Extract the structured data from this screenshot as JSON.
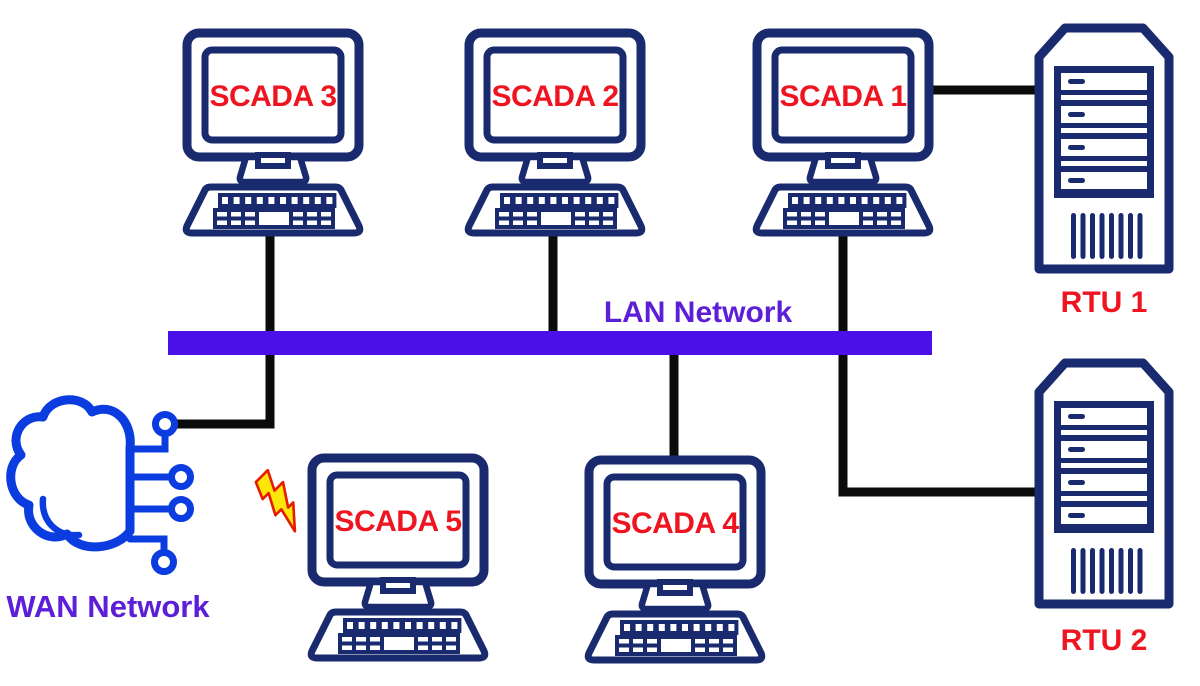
{
  "colors": {
    "device_outline_navy": "#1a2a6e",
    "device_label_red": "#ee1520",
    "lan_bus_purple": "#4b10e8",
    "network_label_purple": "#5c1ed6",
    "wan_cloud_blue": "#0a3ce0",
    "cable_black": "#0b0b0b",
    "lightning_yellow": "#ffe60a",
    "lightning_outline_red": "#e51c00"
  },
  "lan": {
    "label": "LAN Network"
  },
  "wan": {
    "label": "WAN Network",
    "icon": "cloud-network-icon"
  },
  "workstations": [
    {
      "id": "scada-3",
      "label": "SCADA 3",
      "icon": "desktop-computer-icon"
    },
    {
      "id": "scada-2",
      "label": "SCADA 2",
      "icon": "desktop-computer-icon"
    },
    {
      "id": "scada-1",
      "label": "SCADA 1",
      "icon": "desktop-computer-icon"
    },
    {
      "id": "scada-5",
      "label": "SCADA 5",
      "icon": "desktop-computer-icon",
      "alert": "lightning-strike"
    },
    {
      "id": "scada-4",
      "label": "SCADA 4",
      "icon": "desktop-computer-icon"
    }
  ],
  "rtus": [
    {
      "id": "rtu-1",
      "label": "RTU 1",
      "icon": "server-tower-icon"
    },
    {
      "id": "rtu-2",
      "label": "RTU 2",
      "icon": "server-tower-icon"
    }
  ],
  "connections": [
    {
      "from": "scada-3",
      "to": "lan-bus"
    },
    {
      "from": "scada-2",
      "to": "lan-bus"
    },
    {
      "from": "scada-1",
      "to": "lan-bus"
    },
    {
      "from": "scada-1",
      "to": "rtu-1"
    },
    {
      "from": "scada-4",
      "to": "lan-bus"
    },
    {
      "from": "lan-bus",
      "to": "rtu-2"
    },
    {
      "from": "lan-bus",
      "to": "wan-cloud"
    }
  ]
}
